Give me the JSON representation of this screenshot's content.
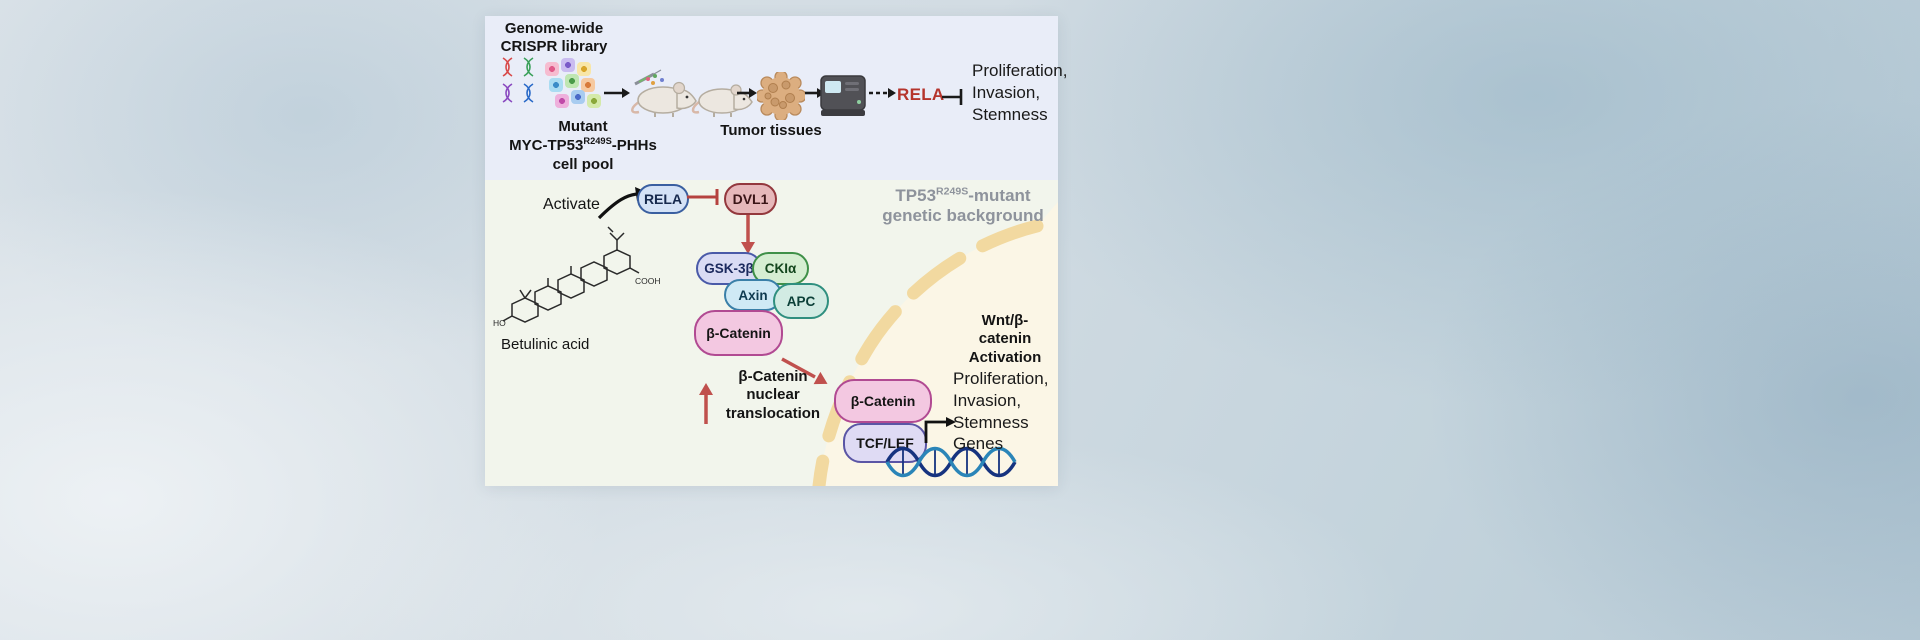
{
  "palette": {
    "background_blue": "#c3d3dc",
    "panel_top_bg": "#e9edf8",
    "panel_bottom_bg": "#f2f5ec",
    "nucleus_bg": "#fbf6e6",
    "membrane_yellow": "#f2d9a0",
    "hit_gene_red": "#b5342c",
    "pathway_arrow_red": "#c0504d",
    "arrow_black": "#1a1a1a",
    "background_gray_label": "#8e939c"
  },
  "screen": {
    "library_label": "Genome-wide\nCRISPR library",
    "cell_pool_label": {
      "line1": "Mutant",
      "line2_pre": "MYC-TP53",
      "line2_sup": "R249S",
      "line2_post": "-PHHs",
      "line3": "cell pool"
    },
    "tumor_label": "Tumor tissues",
    "hit_gene": "RELA",
    "outcomes": "Proliferation,\nInvasion,\nStemness"
  },
  "pathway": {
    "activate_label": "Activate",
    "compound_label": "Betulinic acid",
    "background_label": {
      "pre": "TP53",
      "sup": "R249S",
      "post": "-mutant",
      "line2": "genetic background"
    },
    "nodes": {
      "rela": "RELA",
      "dvl1": "DVL1",
      "gsk3b": "GSK-3β",
      "cki_alpha": "CKIα",
      "axin": "Axin",
      "apc": "APC",
      "beta_catenin": "β-Catenin",
      "beta_catenin_nuclear": "β-Catenin",
      "tcf_lef": "TCF/LEF"
    },
    "translocation_label": "β-Catenin\nnuclear\ntranslocation",
    "wnt_label": "Wnt/β-\ncatenin\nActivation",
    "outcome_genes": "Proliferation,\nInvasion,\nStemness\nGenes"
  }
}
